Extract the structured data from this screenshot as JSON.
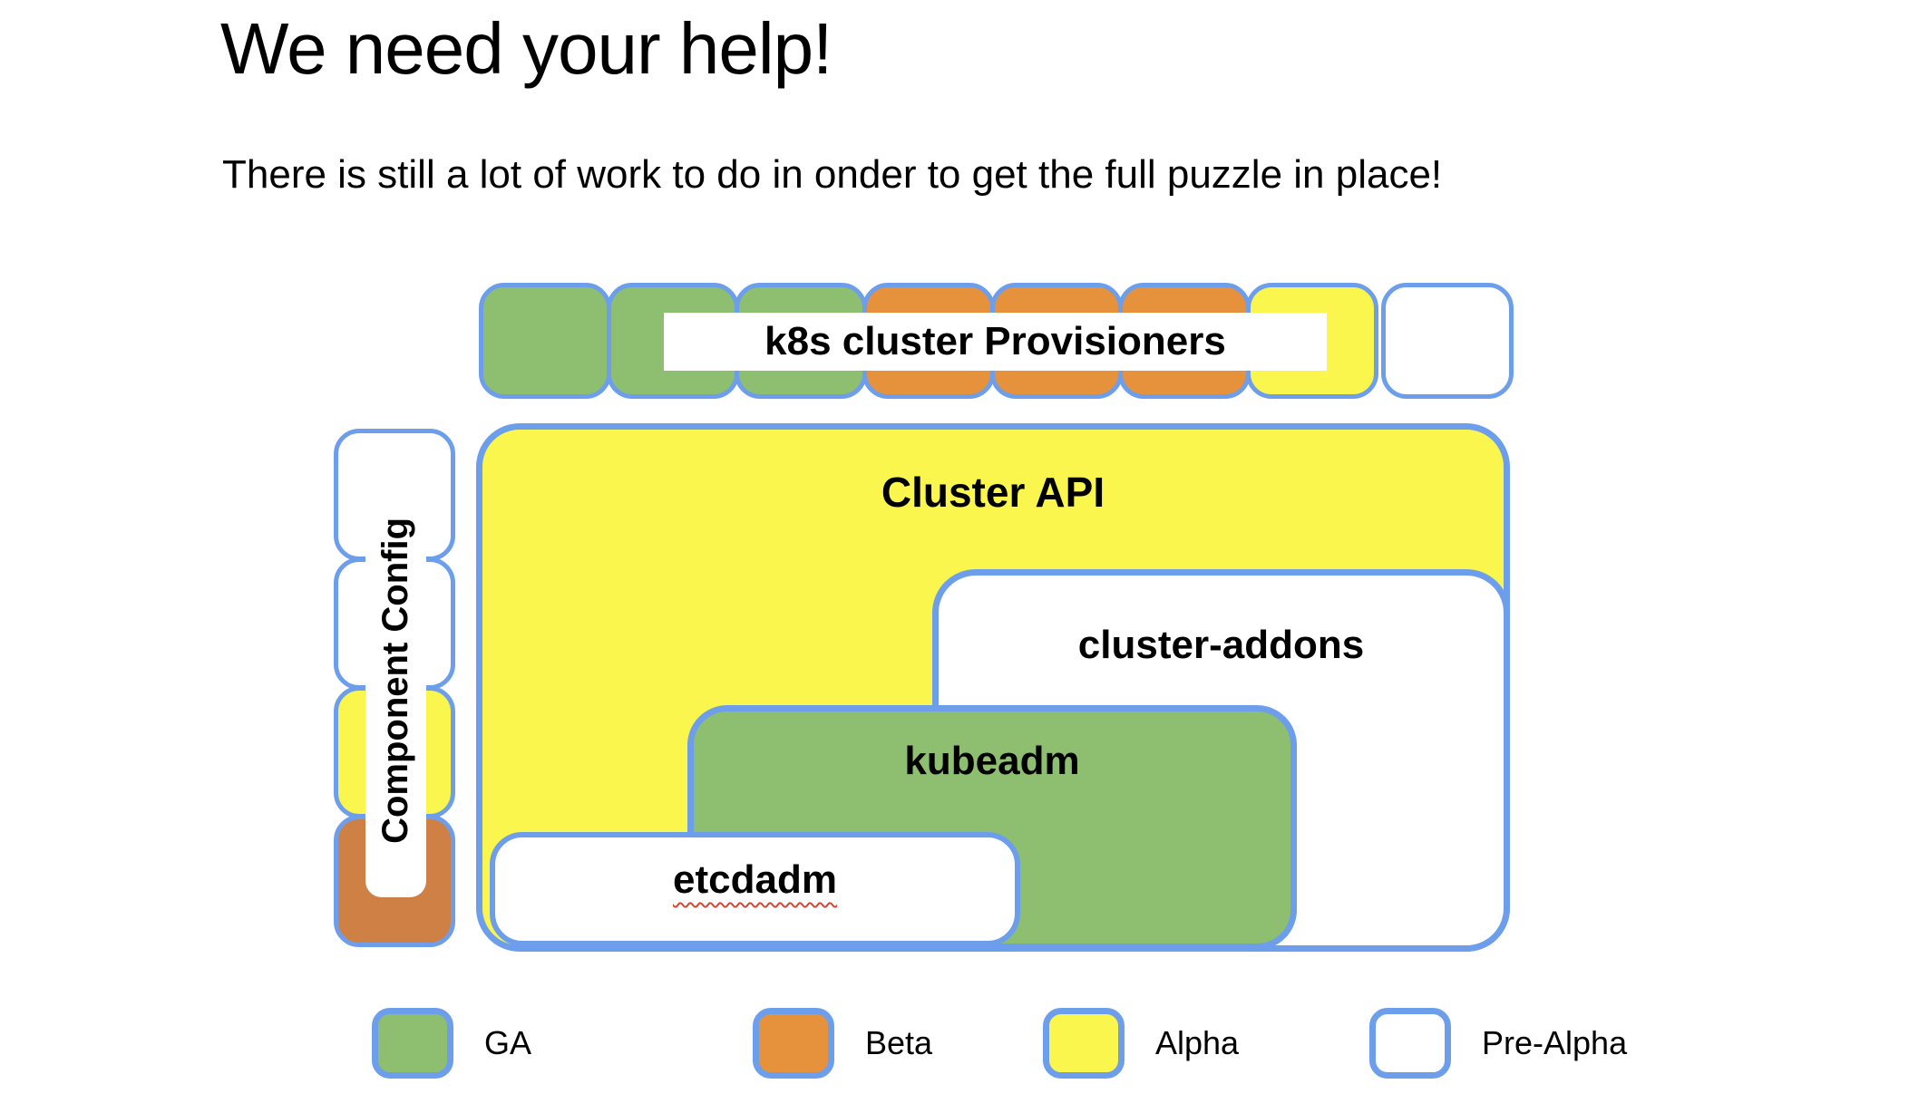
{
  "title": "We need your help!",
  "subtitle": "There is still a lot of work to do in onder to get the full puzzle in place!",
  "colors": {
    "border_blue": "#6d9eeb",
    "ga": "#8ebe70",
    "beta": "#e6913c",
    "alpha": "#fbf64e",
    "pre_alpha": "#ffffff",
    "beta_dark": "#cf8045",
    "squiggle_red": "#d14836"
  },
  "provisioners_row": {
    "label": "k8s cluster Provisioners",
    "pieces": [
      "ga",
      "ga",
      "ga",
      "beta",
      "beta",
      "beta",
      "alpha",
      "pre_alpha"
    ]
  },
  "component_config": {
    "label": "Component Config",
    "pieces": [
      "pre_alpha",
      "pre_alpha",
      "alpha",
      "beta_dark"
    ]
  },
  "boxes": {
    "cluster_api": {
      "label": "Cluster API",
      "status": "alpha"
    },
    "cluster_addons": {
      "label": "cluster-addons",
      "status": "pre_alpha"
    },
    "kubeadm": {
      "label": "kubeadm",
      "status": "ga"
    },
    "etcdadm": {
      "label": "etcdadm",
      "status": "pre_alpha"
    }
  },
  "legend": [
    {
      "label": "GA",
      "status": "ga"
    },
    {
      "label": "Beta",
      "status": "beta"
    },
    {
      "label": "Alpha",
      "status": "alpha"
    },
    {
      "label": "Pre-Alpha",
      "status": "pre_alpha"
    }
  ]
}
